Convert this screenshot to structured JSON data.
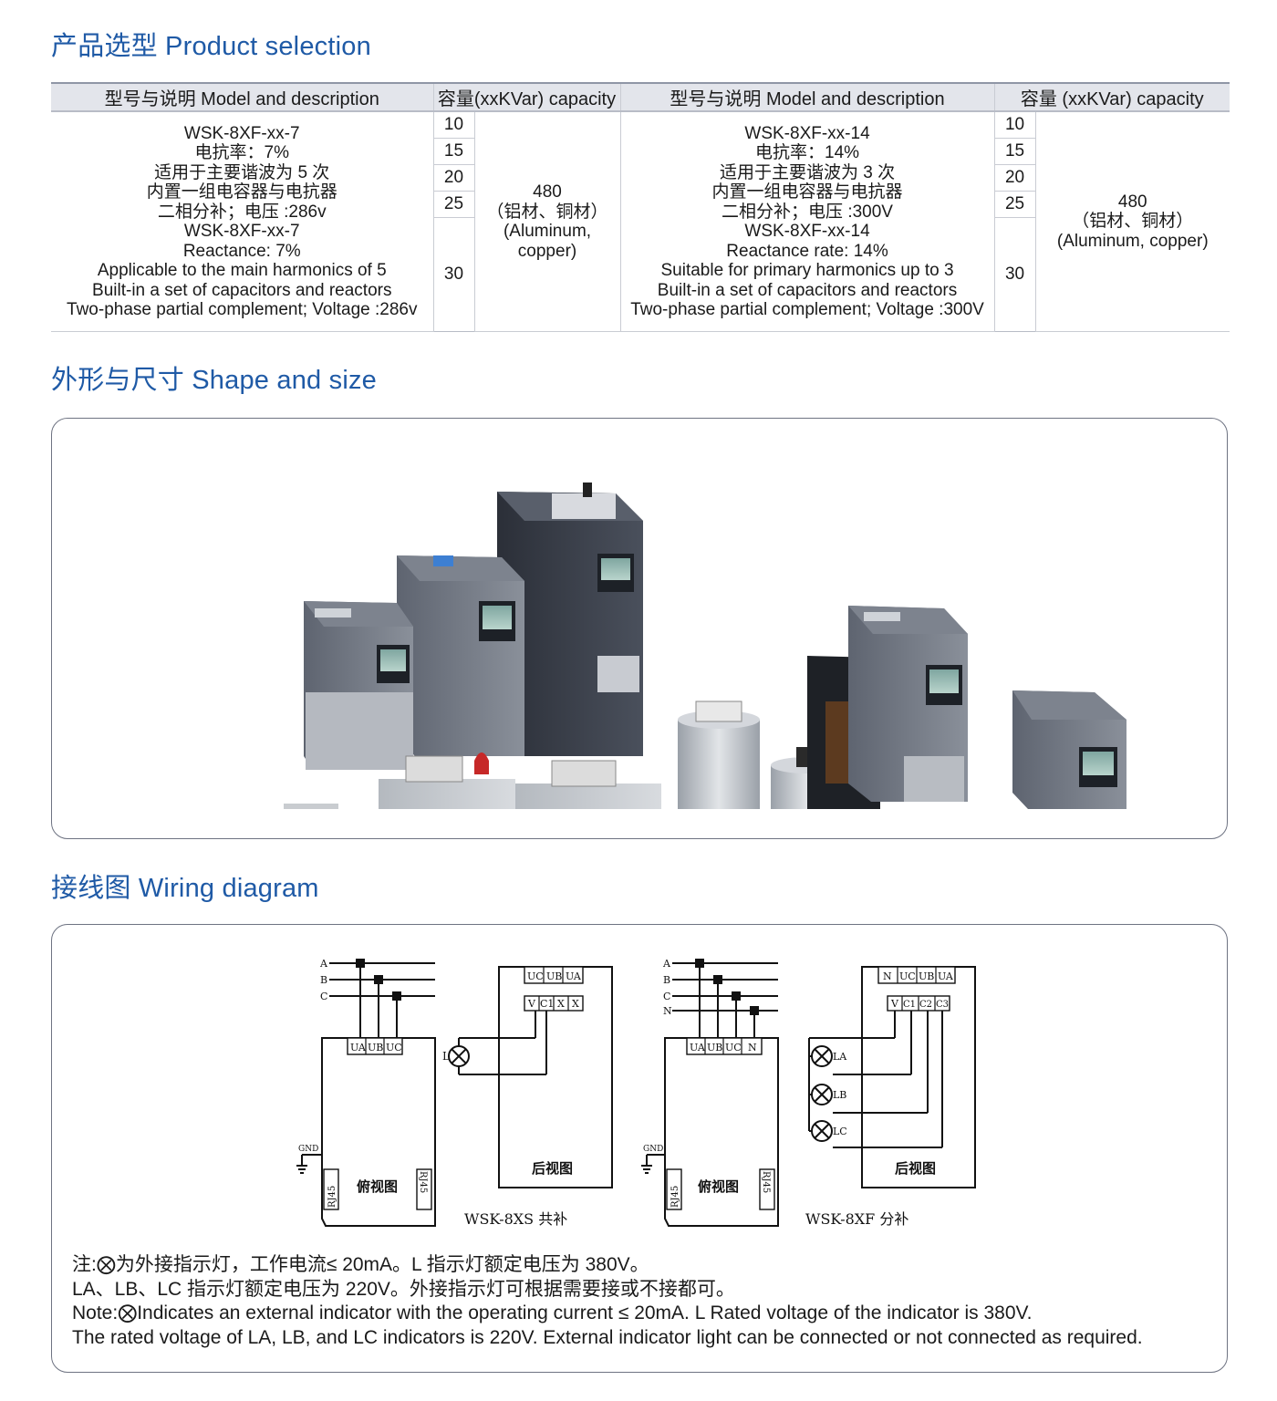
{
  "sections": {
    "product_selection": "产品选型 Product selection",
    "shape_size": "外形与尺寸 Shape and size",
    "wiring": "接线图 Wiring diagram"
  },
  "table": {
    "headers": [
      "型号与说明 Model and description",
      "容量(xxKVar) capacity",
      "型号与说明 Model and description",
      "容量 (xxKVar) capacity"
    ],
    "left": {
      "description": [
        "WSK-8XF-xx-7",
        "电抗率：7%",
        "适用于主要谐波为 5 次",
        "内置一组电容器与电抗器",
        "二相分补；电压 :286v",
        "WSK-8XF-xx-7",
        "Reactance: 7%",
        "Applicable to the main harmonics of 5",
        "Built-in a set of capacitors and reactors",
        "Two-phase partial complement; Voltage :286v"
      ],
      "capacities": [
        "10",
        "15",
        "20",
        "25",
        "30"
      ],
      "material": [
        "480",
        "（铝材、铜材）",
        "(Aluminum,",
        "copper)"
      ]
    },
    "right": {
      "description": [
        "WSK-8XF-xx-14",
        "电抗率：14%",
        "适用于主要谐波为 3 次",
        "内置一组电容器与电抗器",
        "二相分补；电压 :300V",
        "WSK-8XF-xx-14",
        "Reactance rate: 14%",
        "Suitable for primary harmonics up to 3",
        "Built-in a set of capacitors and reactors",
        "Two-phase partial complement; Voltage :300V"
      ],
      "capacities": [
        "10",
        "15",
        "20",
        "25",
        "30"
      ],
      "material": [
        "480",
        "（铝材、铜材）",
        "(Aluminum, copper)"
      ]
    }
  },
  "wiring": {
    "phase_labels_3": [
      "A",
      "B",
      "C"
    ],
    "phase_labels_4": [
      "A",
      "B",
      "C",
      "N"
    ],
    "top_terminals_xs": [
      "UA",
      "UB",
      "UC"
    ],
    "top_terminals_xf": [
      "UA",
      "UB",
      "UC",
      "N"
    ],
    "rear_top_xs": [
      "UC",
      "UB",
      "UA"
    ],
    "rear_mid_xs": [
      "V",
      "C1",
      "X",
      "X"
    ],
    "rear_top_xf": [
      "N",
      "UC",
      "UB",
      "UA"
    ],
    "rear_mid_xf": [
      "V",
      "C1",
      "C2",
      "C3"
    ],
    "gnd": "GND",
    "rj45": "RJ45",
    "top_view": "俯视图",
    "rear_view": "后视图",
    "lamp_l": "L",
    "lamps_xf": [
      "LA",
      "LB",
      "LC"
    ],
    "caption_xs": "WSK-8XS 共补",
    "caption_xf": "WSK-8XF 分补"
  },
  "notes": [
    "注:⨂为外接指示灯，工作电流≤ 20mA。L 指示灯额定电压为 380V。",
    "LA、LB、LC 指示灯额定电压为 220V。外接指示灯可根据需要接或不接都可。",
    "Note:⨂Indicates an external indicator with the operating current ≤ 20mA. L Rated voltage of the indicator is 380V.",
    "The rated voltage of LA, LB, and LC indicators is 220V. External indicator light can be connected or not connected as required."
  ]
}
